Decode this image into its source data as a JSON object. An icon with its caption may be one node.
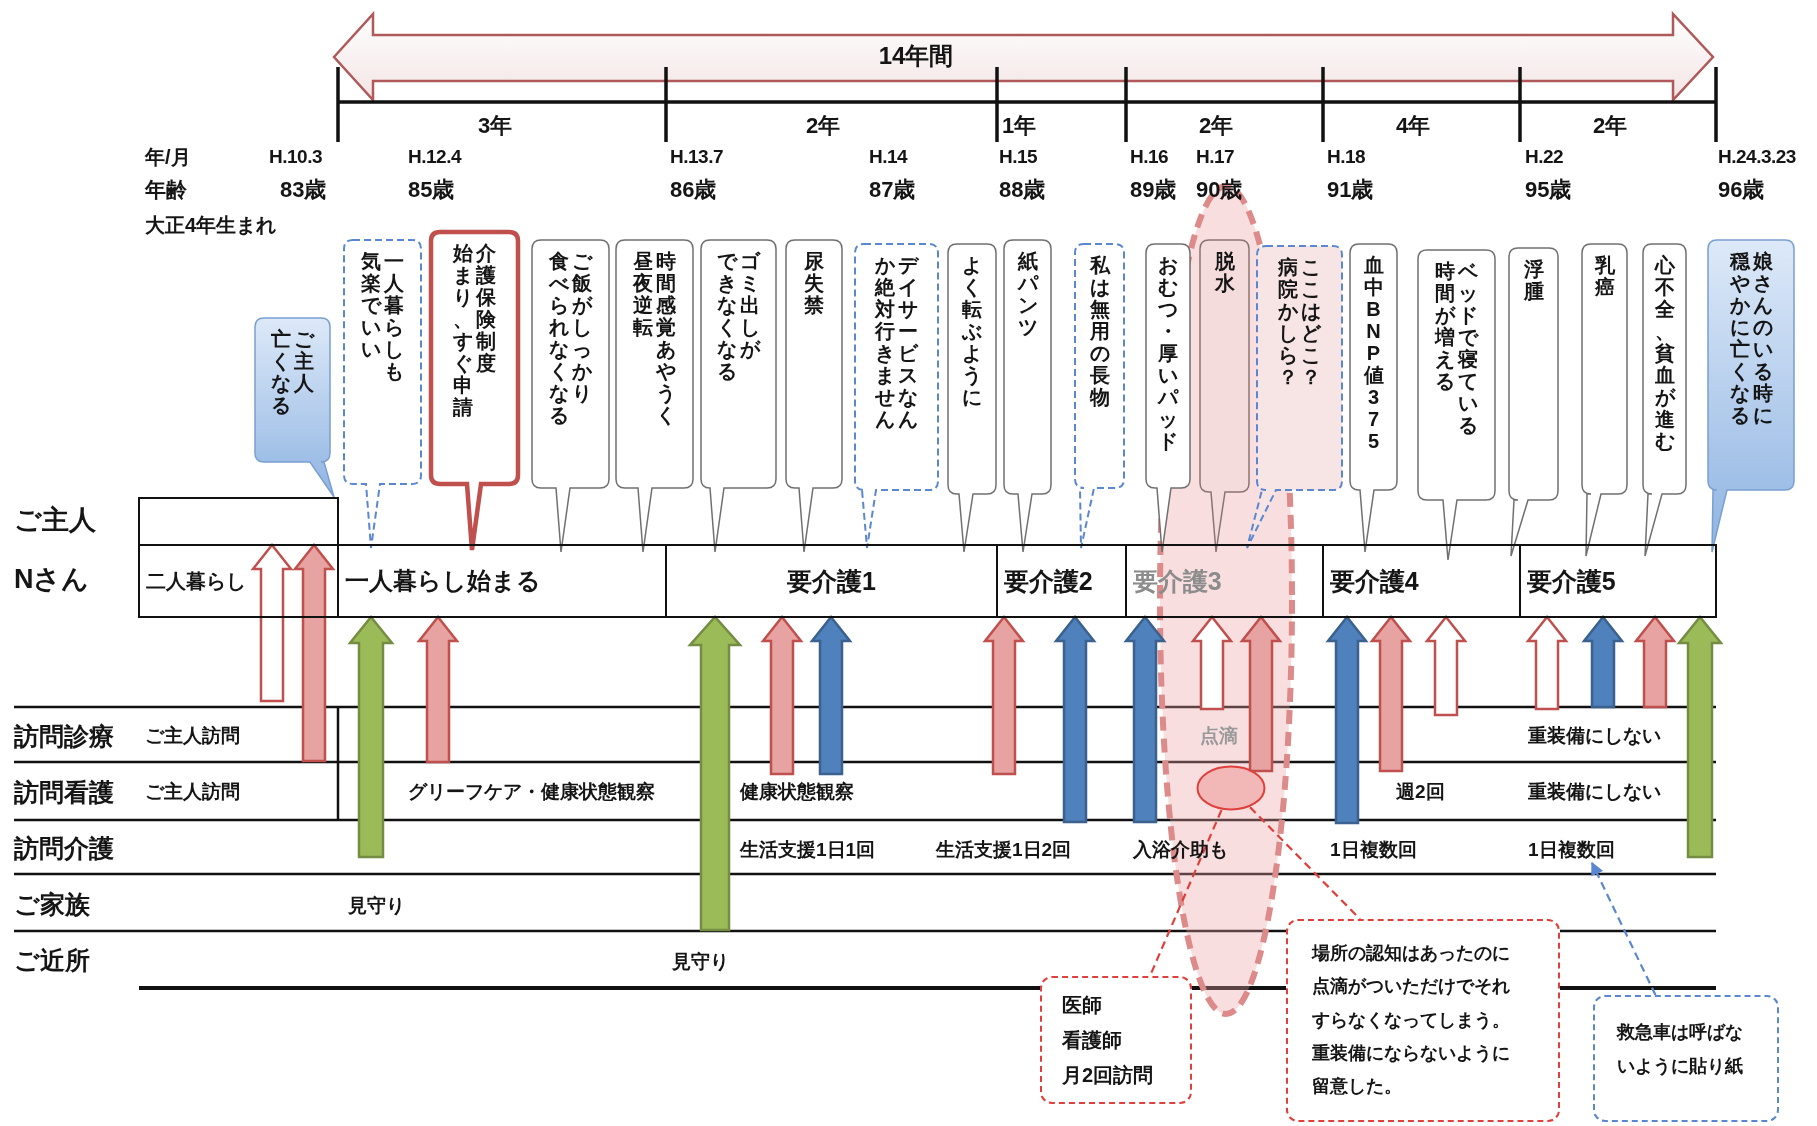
{
  "diagram": {
    "nodes": [
      {
        "text": [
          "ご主人亡くなる"
        ]
      },
      {
        "text": [
          "一人暮らしも気楽でいい"
        ]
      },
      {
        "text": [
          "介護保険制度始まり、すぐ申請"
        ]
      },
      {
        "text": [
          "ご飯がしっかり食べられなくなる"
        ]
      },
      {
        "text": [
          "時間感覚あやうく昼夜逆転"
        ]
      },
      {
        "text": [
          "ゴミ出しができなくなる"
        ]
      },
      {
        "text": [
          "尿失禁"
        ]
      },
      {
        "text": [
          "デイサービスなんか絶対行きません"
        ]
      },
      {
        "text": [
          "よく転ぶように"
        ]
      },
      {
        "text": [
          "紙パンツ"
        ]
      },
      {
        "text": [
          "私は無用の長物"
        ]
      },
      {
        "text": [
          "おむつ・厚いパッド"
        ]
      },
      {
        "text": [
          "脱水"
        ]
      },
      {
        "text": [
          "ここはどこ？病院かしら？"
        ]
      },
      {
        "text": [
          "血中BNP値375"
        ]
      },
      {
        "text": [
          "ベッドで寝ている時間が増える"
        ]
      },
      {
        "text": [
          "浮腫"
        ]
      },
      {
        "text": [
          "乳癌"
        ]
      },
      {
        "text": [
          "心不全、貧血が進む"
        ]
      },
      {
        "text": [
          "娘さんのいる時に穏やかに亡くなる"
        ]
      },
      {
        "text": [],
        "shape": "box"
      },
      {
        "text": [
          "二人暮らし"
        ]
      },
      {
        "text": [
          "一人暮らし始まる"
        ]
      },
      {
        "text": [
          "要介護1"
        ]
      },
      {
        "text": [
          "要介護2"
        ]
      },
      {
        "text": [
          "要介護3"
        ]
      },
      {
        "text": [
          "要介護4"
        ]
      },
      {
        "text": [
          "要介護5"
        ]
      },
      {
        "text": [],
        "shape": "ellipse"
      },
      {
        "text": [
          "医師",
          "看護師",
          "月2回訪問"
        ]
      },
      {
        "text": [
          "場所の認知はあったのに点滴がついただけでそれすらなくなってしまう。重装備にならないように留意した。"
        ]
      },
      {
        "text": [
          "救急車は呼ばないように貼り紙"
        ]
      },
      {
        "text": [
          "1日複数回"
        ]
      }
    ],
    "edges": [
      {
        "from": null,
        "to": 20,
        "arrow": "to",
        "style": "thick",
        "color": "#ffffff"
      },
      {
        "from": null,
        "to": 20,
        "arrow": "to",
        "style": "thick"
      },
      {
        "from": null,
        "to": 22,
        "arrow": "to",
        "style": "thick",
        "color": "#9bbb59"
      },
      {
        "from": null,
        "to": 22,
        "arrow": "to",
        "style": "thick"
      },
      {
        "from": null,
        "to": 23,
        "arrow": "to",
        "style": "thick",
        "color": "#9bbb59"
      },
      {
        "from": null,
        "to": 23,
        "arrow": "to",
        "style": "thick"
      },
      {
        "from": null,
        "to": 23,
        "arrow": "to",
        "style": "thick",
        "color": "#4f81bd"
      },
      {
        "from": null,
        "to": 24,
        "arrow": "to",
        "style": "thick"
      },
      {
        "from": null,
        "to": 24,
        "arrow": "to",
        "style": "thick",
        "color": "#4f81bd"
      },
      {
        "from": null,
        "to": 25,
        "arrow": "to",
        "style": "thick",
        "color": "#4f81bd"
      },
      {
        "from": null,
        "to": 25,
        "arrow": "to",
        "style": "thick",
        "color": "#ffffff"
      },
      {
        "from": null,
        "to": 25,
        "arrow": "to",
        "style": "thick"
      },
      {
        "from": null,
        "to": 26,
        "arrow": "to",
        "style": "thick",
        "color": "#4f81bd"
      },
      {
        "from": null,
        "to": 26,
        "arrow": "to",
        "style": "thick"
      },
      {
        "from": null,
        "to": 26,
        "arrow": "to",
        "style": "thick",
        "color": "#ffffff"
      },
      {
        "from": null,
        "to": 27,
        "arrow": "to",
        "style": "thick",
        "color": "#ffffff"
      },
      {
        "from": null,
        "to": 27,
        "arrow": "to",
        "style": "thick",
        "color": "#4f81bd"
      },
      {
        "from": null,
        "to": 27,
        "arrow": "to",
        "style": "thick"
      },
      {
        "from": null,
        "to": 27,
        "arrow": "to",
        "style": "thick",
        "color": "#9bbb59"
      },
      {
        "from": 28,
        "to": 29,
        "arrow": "none",
        "style": "dashed",
        "color": "#e0403c"
      },
      {
        "from": 28,
        "to": 30,
        "arrow": "none",
        "style": "dashed",
        "color": "#e0403c"
      },
      {
        "from": 31,
        "to": 32,
        "arrow": "to",
        "style": "dashed",
        "color": "#5b87d0"
      }
    ],
    "labels": [
      "14年間",
      "3年",
      "2年",
      "1年",
      "2年",
      "4年",
      "2年",
      "年/月",
      "H.10.3",
      "H.12.4",
      "H.13.7",
      "H.14",
      "H.15",
      "H.16",
      "H.17",
      "H.18",
      "H.22",
      "H.24.3.23",
      "年齢",
      "83歳",
      "85歳",
      "86歳",
      "87歳",
      "88歳",
      "89歳",
      "90歳",
      "91歳",
      "95歳",
      "96歳",
      "大正4年生まれ",
      "ご主人",
      "Nさん",
      "訪問診療",
      "ご主人訪問",
      "点滴",
      "重装備にしない",
      "訪問看護",
      "ご主人訪問",
      "グリーフケア・健康状態観察",
      "健康状態観察",
      "週2回",
      "重装備にしない",
      "訪問介護",
      "生活支援1日1回",
      "生活支援1日2回",
      "入浴介助も",
      "1日複数回",
      "ご家族",
      "見守り",
      "ご近所",
      "見守り"
    ]
  }
}
